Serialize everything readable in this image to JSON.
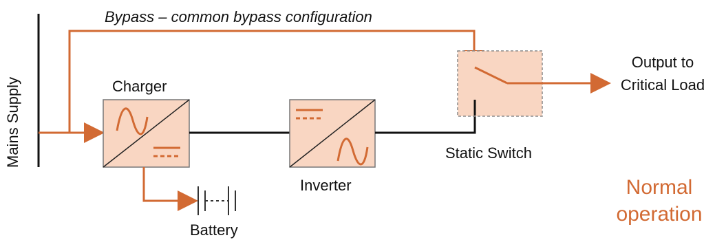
{
  "labels": {
    "bypass_title": "Bypass – common bypass configuration",
    "mains_supply": "Mains Supply",
    "charger": "Charger",
    "inverter": "Inverter",
    "battery": "Battery",
    "static_switch": "Static Switch",
    "output": "Output to Critical Load",
    "mode": "Normal operation"
  },
  "colors": {
    "flow": "#d26a33",
    "box_fill": "#f9d6c2",
    "line": "#111111",
    "mode_text": "#d26a33"
  }
}
